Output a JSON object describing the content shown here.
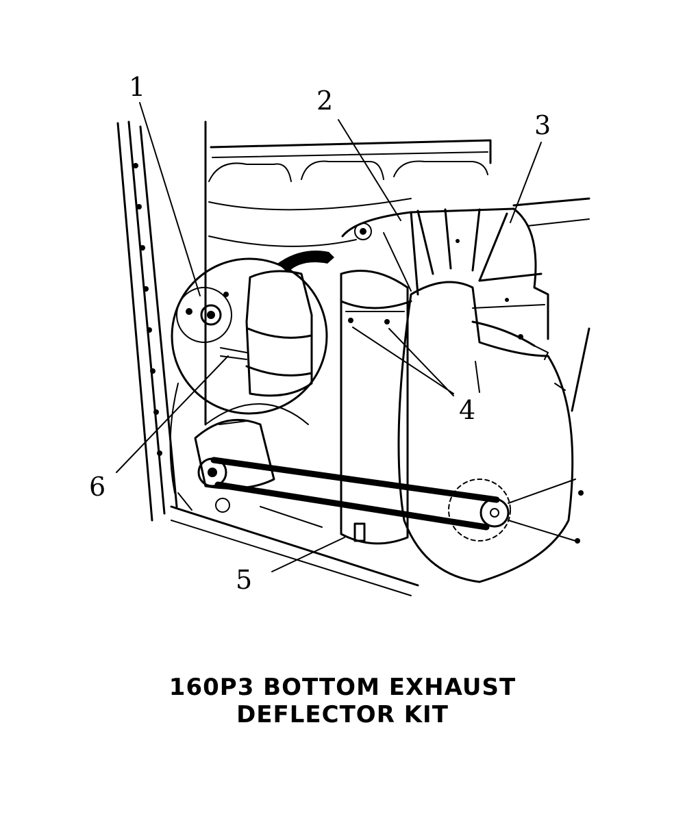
{
  "callouts": [
    "1",
    "2",
    "3",
    "4",
    "5",
    "6"
  ],
  "caption": {
    "line1": "160P3 BOTTOM EXHAUST",
    "line2": "DEFLECTOR KIT"
  }
}
